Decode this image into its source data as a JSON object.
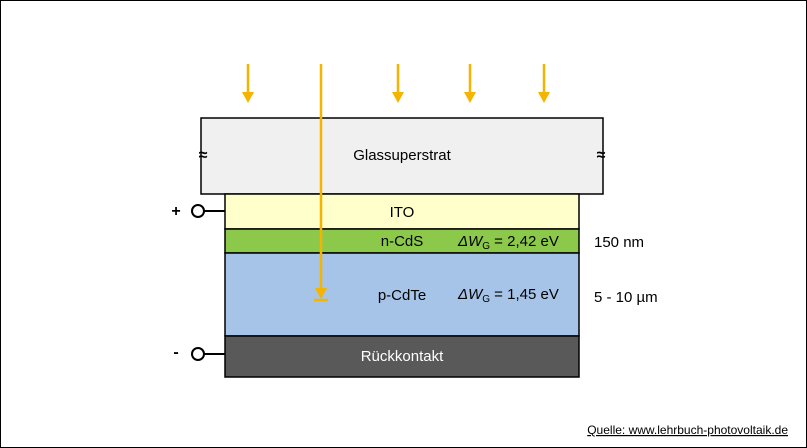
{
  "layers": {
    "glass": {
      "label": "Glassuperstrat",
      "color": "#f0f0f0"
    },
    "ito": {
      "label": "ITO",
      "color": "#ffffcc"
    },
    "ncds": {
      "label": "n-CdS",
      "color": "#8cc94a",
      "bandgap_prefix": "ΔW",
      "bandgap_sub": "G",
      "bandgap_value": " = 2,42 eV",
      "thickness": "150 nm"
    },
    "pcdte": {
      "label": "p-CdTe",
      "color": "#a6c4e8",
      "bandgap_prefix": "ΔW",
      "bandgap_sub": "G",
      "bandgap_value": " = 1,45 eV",
      "thickness": "5 - 10 µm"
    },
    "back": {
      "label": "Rückkontakt",
      "color": "#595959"
    }
  },
  "terminals": {
    "plus": "+",
    "minus": "-"
  },
  "break_symbol": "≈",
  "source": "Quelle: www.lehrbuch-photovoltaik.de",
  "colors": {
    "light_ray": "#f5b400"
  }
}
